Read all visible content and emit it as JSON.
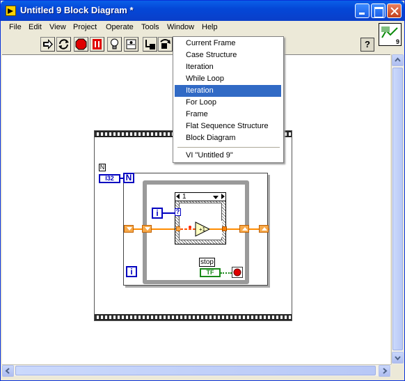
{
  "window": {
    "title": "Untitled 9 Block Diagram *"
  },
  "menubar": [
    {
      "label": "File"
    },
    {
      "label": "Edit"
    },
    {
      "label": "View"
    },
    {
      "label": "Project"
    },
    {
      "label": "Operate"
    },
    {
      "label": "Tools"
    },
    {
      "label": "Window"
    },
    {
      "label": "Help"
    }
  ],
  "toolbar": {
    "buttons": [
      "run-arrow-icon",
      "run-continuous-icon",
      "abort-icon",
      "pause-icon",
      "highlight-bulb-icon",
      "retain-wire-icon",
      "step-into-icon",
      "step-over-icon"
    ],
    "help_label": "?",
    "vi_icon_number": "9"
  },
  "popup_menu": {
    "items": [
      {
        "label": "Current Frame",
        "selected": false
      },
      {
        "label": "Case Structure",
        "selected": false
      },
      {
        "label": "Iteration",
        "selected": false
      },
      {
        "label": "While Loop",
        "selected": false
      },
      {
        "label": "Iteration",
        "selected": true
      },
      {
        "label": "For Loop",
        "selected": false
      },
      {
        "label": "Frame",
        "selected": false
      },
      {
        "label": "Flat Sequence Structure",
        "selected": false
      },
      {
        "label": "Block Diagram",
        "selected": false
      }
    ],
    "footer_item": "VI \"Untitled 9\""
  },
  "diagram": {
    "numeric_label": "N",
    "i32_label": "I32",
    "count_terminal": "N",
    "iteration_terminal": "i",
    "inner_iteration_terminal": "i",
    "case_selector_value": "1",
    "case_question": "?",
    "stop_label": "stop",
    "tf_label": "TF"
  },
  "colors": {
    "titlebar": "#0447d7",
    "selection": "#316ac5",
    "wire_orange": "#ff8c00",
    "terminal_blue": "#0000c0",
    "boolean_green": "#1a8a1a"
  }
}
